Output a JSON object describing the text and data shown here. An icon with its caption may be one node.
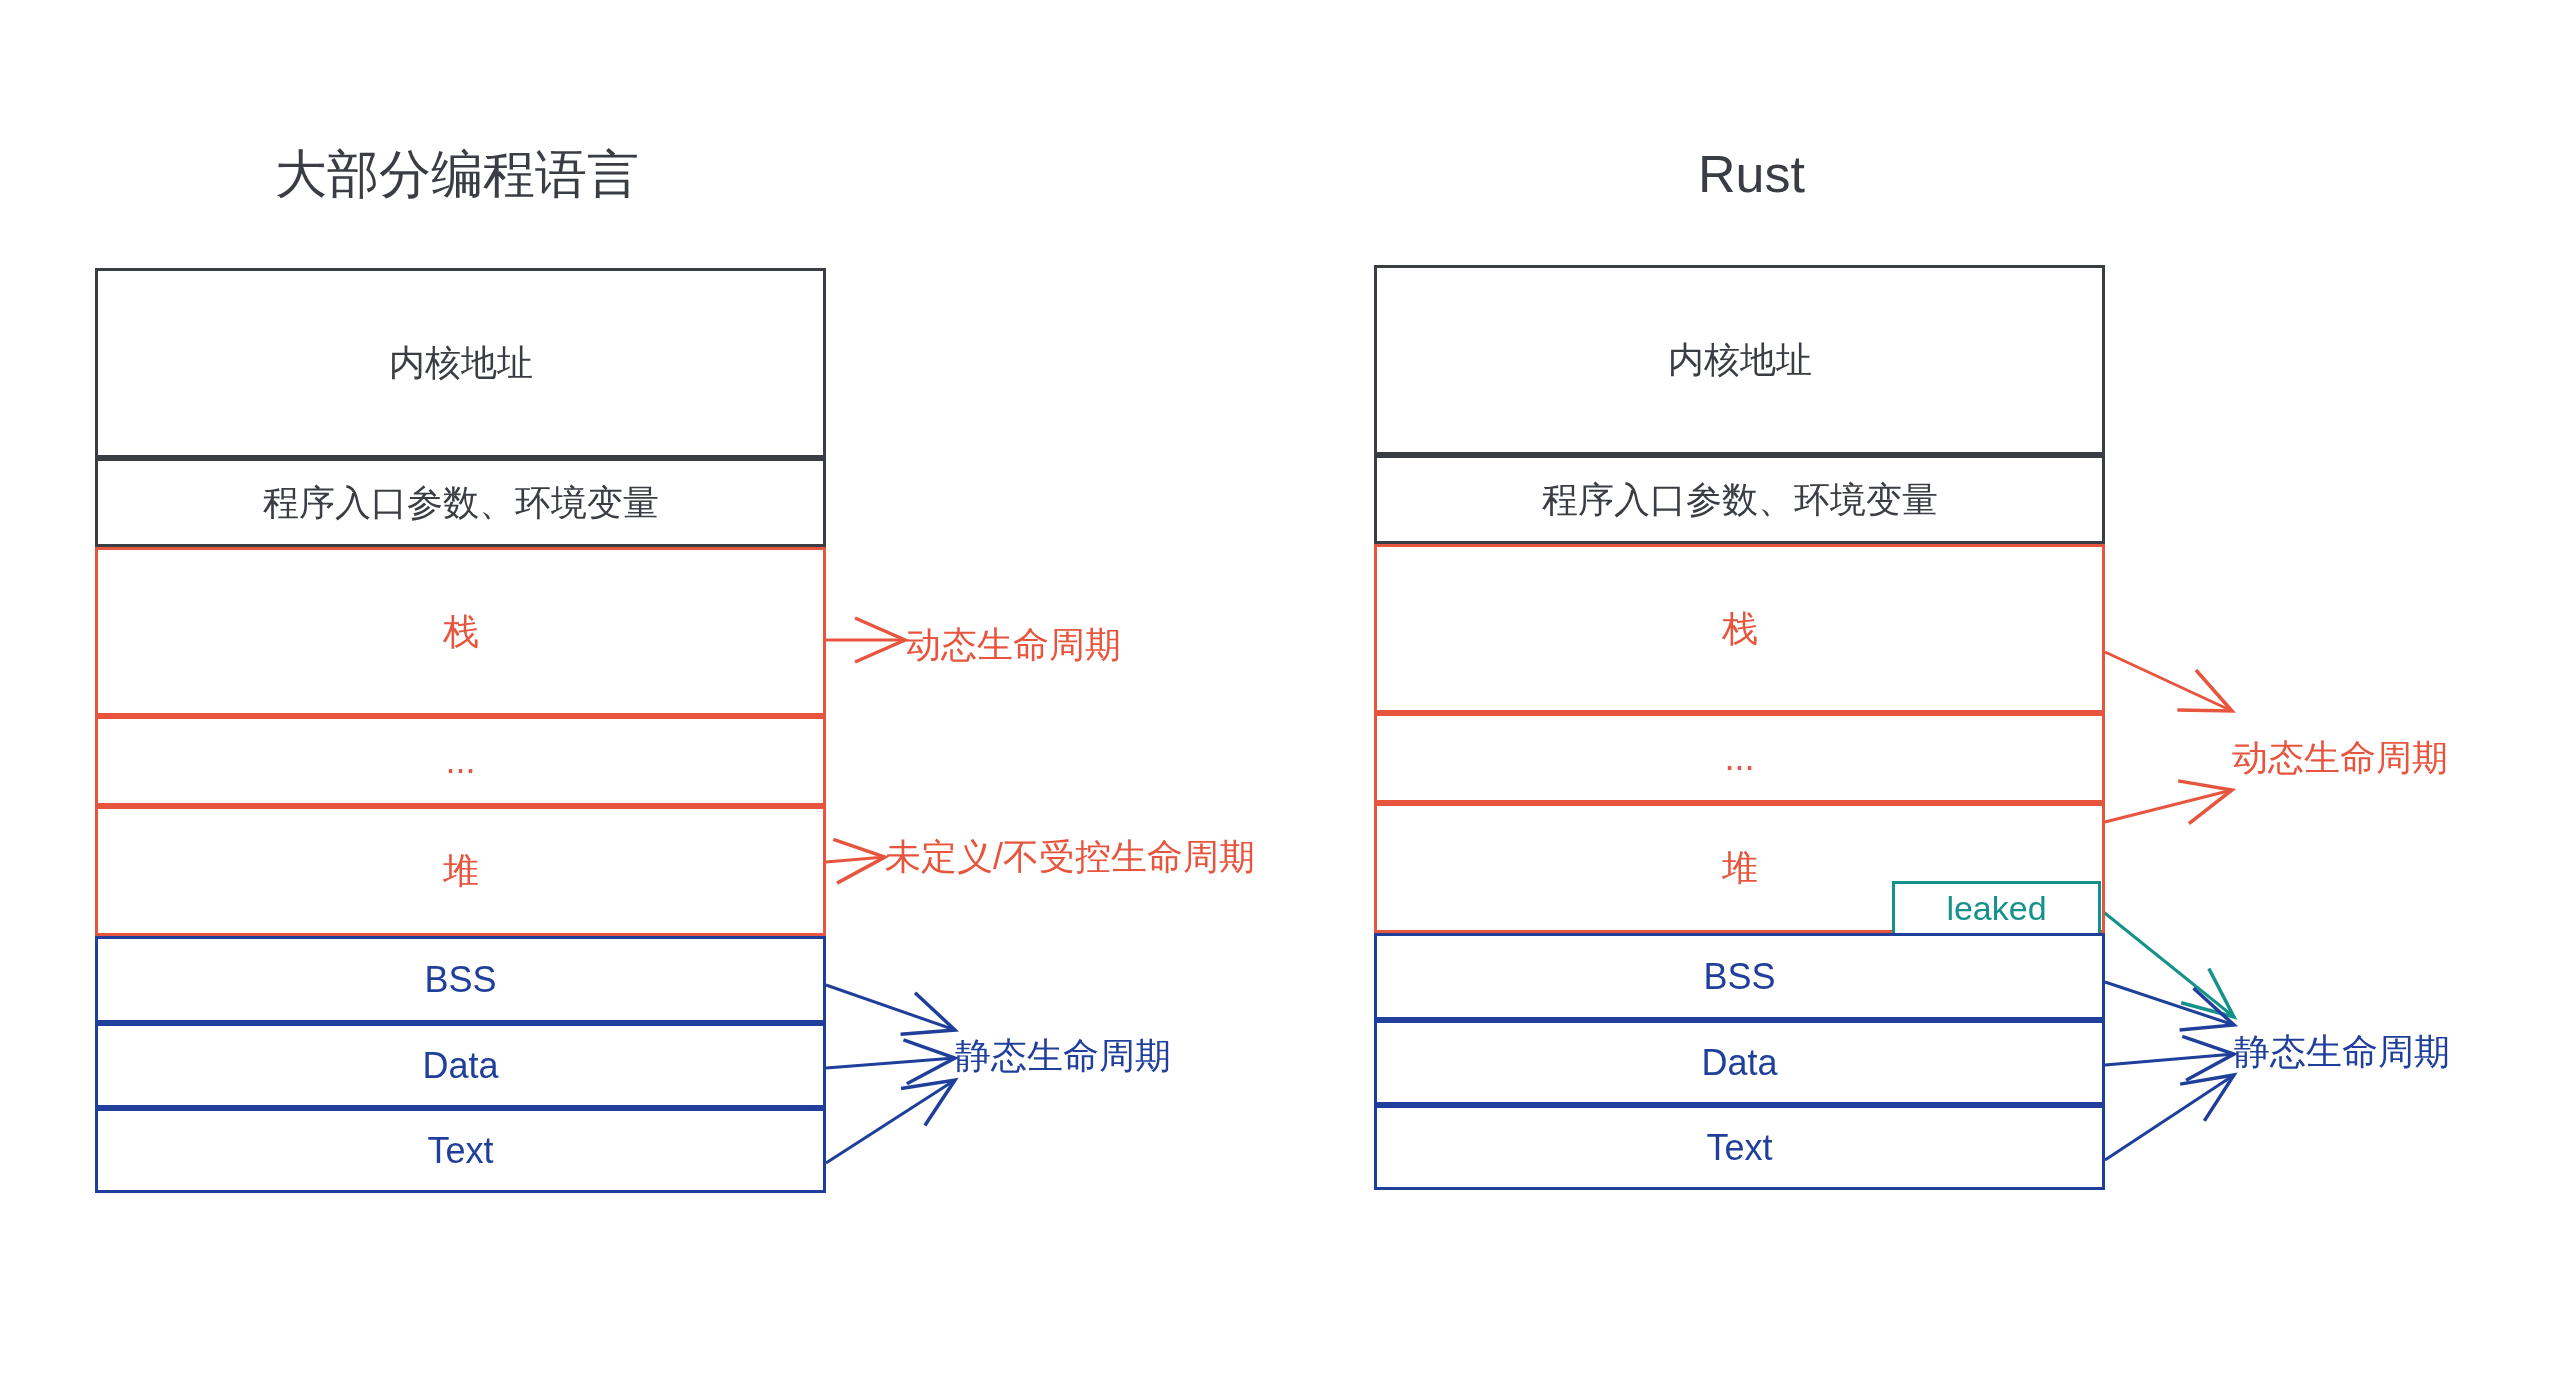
{
  "diagram": {
    "nodes": [
      {
        "text": [
          "内核地址"
        ]
      },
      {
        "text": [
          "程序入口参数、环境变量"
        ]
      },
      {
        "text": [
          "栈"
        ]
      },
      {
        "text": [
          "..."
        ]
      },
      {
        "text": [
          "堆"
        ]
      },
      {
        "text": [
          "BSS"
        ]
      },
      {
        "text": [
          "Data"
        ]
      },
      {
        "text": [
          "Text"
        ]
      },
      {
        "text": [
          "动态生命周期"
        ]
      },
      {
        "text": [
          "未定义/不受控生命周期"
        ]
      },
      {
        "text": [
          "静态生命周期"
        ]
      },
      {
        "text": [
          "内核地址"
        ]
      },
      {
        "text": [
          "程序入口参数、环境变量"
        ]
      },
      {
        "text": [
          "栈"
        ]
      },
      {
        "text": [
          "..."
        ]
      },
      {
        "text": [
          "堆"
        ]
      },
      {
        "text": [
          "leaked"
        ],
        "in": 15
      },
      {
        "text": [
          "BSS"
        ]
      },
      {
        "text": [
          "Data"
        ]
      },
      {
        "text": [
          "Text"
        ]
      },
      {
        "text": [
          "动态生命周期"
        ]
      },
      {
        "text": [
          "静态生命周期"
        ]
      }
    ],
    "edges": [
      {
        "from": 2,
        "to": 8,
        "arrow": "to",
        "color": "#e8553e"
      },
      {
        "from": 4,
        "to": 9,
        "arrow": "to",
        "color": "#e8553e"
      },
      {
        "from": 5,
        "to": 10,
        "arrow": "to"
      },
      {
        "from": 6,
        "to": 10,
        "arrow": "to"
      },
      {
        "from": 7,
        "to": 10,
        "arrow": "to"
      },
      {
        "from": 13,
        "to": 20,
        "arrow": "to",
        "color": "#e8553e"
      },
      {
        "from": 15,
        "to": 20,
        "arrow": "to",
        "color": "#e8553e"
      },
      {
        "from": 16,
        "to": 21,
        "arrow": "to",
        "color": "#14918a"
      },
      {
        "from": 17,
        "to": 21,
        "arrow": "to"
      },
      {
        "from": 18,
        "to": 21,
        "arrow": "to"
      },
      {
        "from": 19,
        "to": 21,
        "arrow": "to"
      }
    ],
    "labels": [
      "大部分编程语言",
      "Rust"
    ]
  }
}
